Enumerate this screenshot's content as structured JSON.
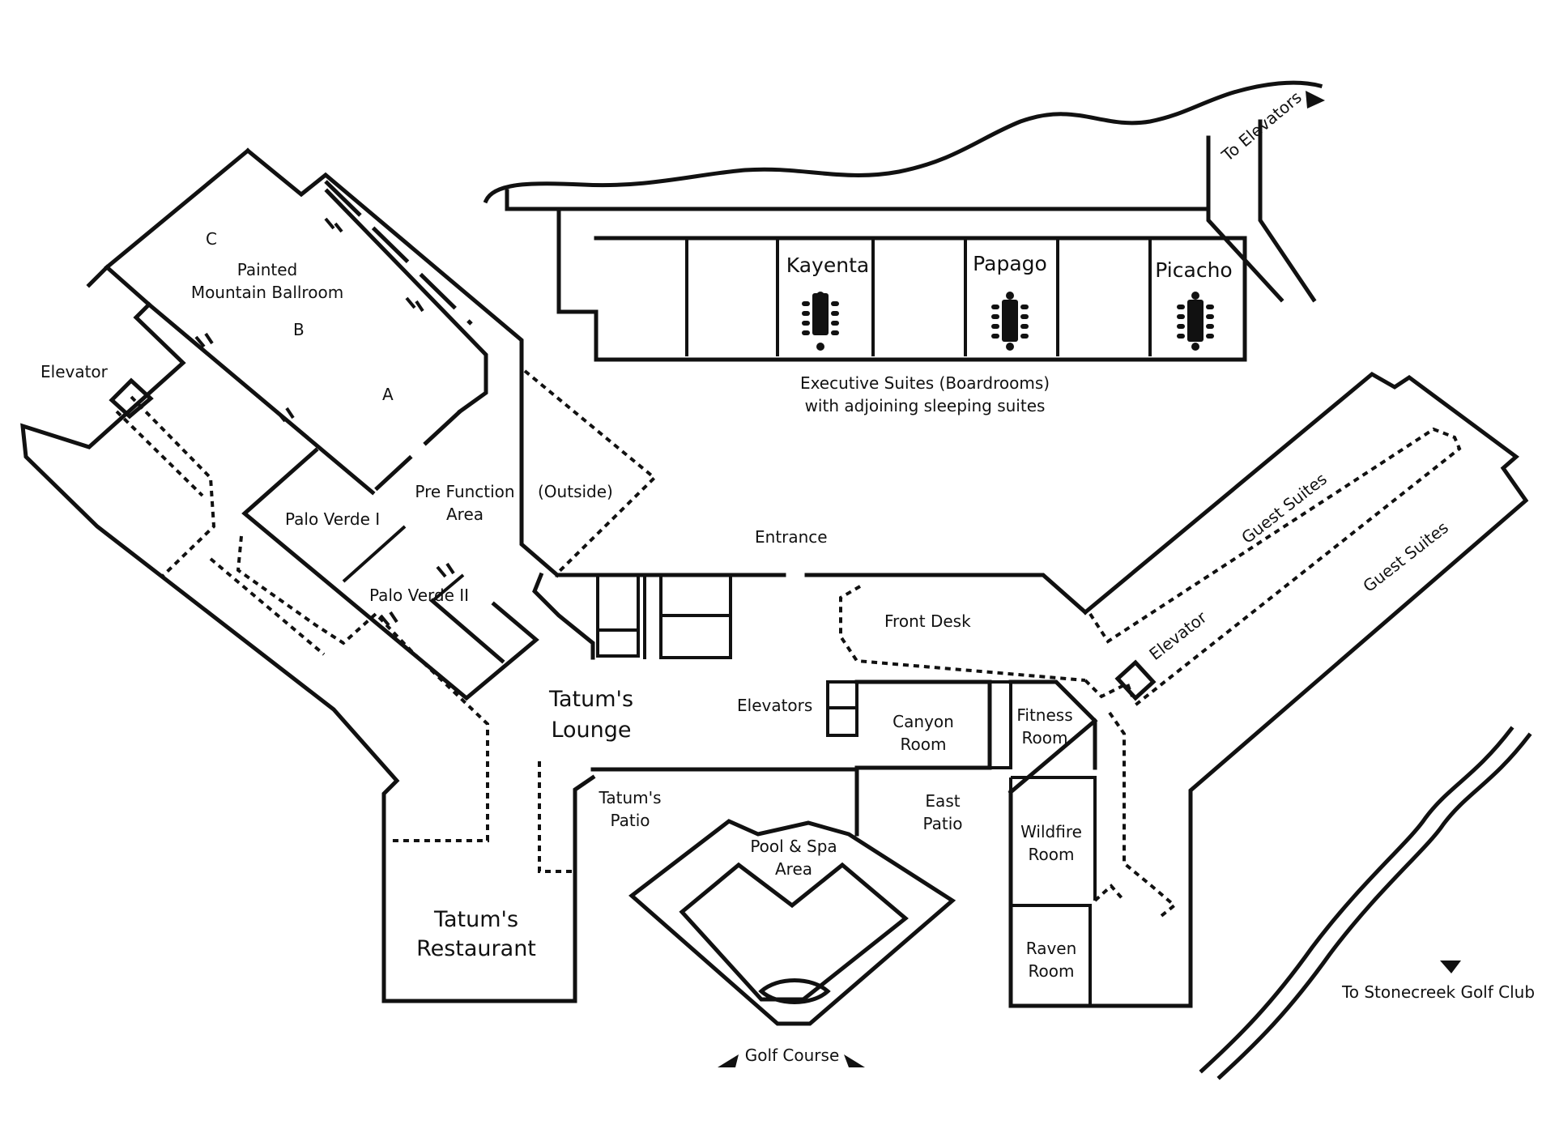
{
  "labels": {
    "ballroom_c": "C",
    "ballroom_line1": "Painted",
    "ballroom_line2": "Mountain Ballroom",
    "ballroom_b": "B",
    "ballroom_a": "A",
    "elevator_west": "Elevator",
    "prefunction_line1": "Pre Function",
    "prefunction_line2": "Area",
    "outside": "(Outside)",
    "palo_verde_1": "Palo Verde I",
    "palo_verde_2": "Palo Verde II",
    "entrance": "Entrance",
    "front_desk": "Front Desk",
    "lounge_line1": "Tatum's",
    "lounge_line2": "Lounge",
    "elevators_center": "Elevators",
    "canyon_line1": "Canyon",
    "canyon_line2": "Room",
    "fitness_line1": "Fitness",
    "fitness_line2": "Room",
    "patio_tatum_line1": "Tatum's",
    "patio_tatum_line2": "Patio",
    "patio_east_line1": "East",
    "patio_east_line2": "Patio",
    "pool_line1": "Pool & Spa",
    "pool_line2": "Area",
    "wildfire_line1": "Wildfire",
    "wildfire_line2": "Room",
    "raven_line1": "Raven",
    "raven_line2": "Room",
    "restaurant_line1": "Tatum's",
    "restaurant_line2": "Restaurant",
    "golf_course": "Golf Course",
    "stonecreek": "To Stonecreek Golf Club",
    "kayenta": "Kayenta",
    "papago": "Papago",
    "picacho": "Picacho",
    "exec_line1": "Executive Suites (Boardrooms)",
    "exec_line2": "with adjoining sleeping suites",
    "to_elevators": "To Elevators",
    "guest_suites_1": "Guest Suites",
    "guest_suites_2": "Guest Suites",
    "elevator_east": "Elevator"
  }
}
